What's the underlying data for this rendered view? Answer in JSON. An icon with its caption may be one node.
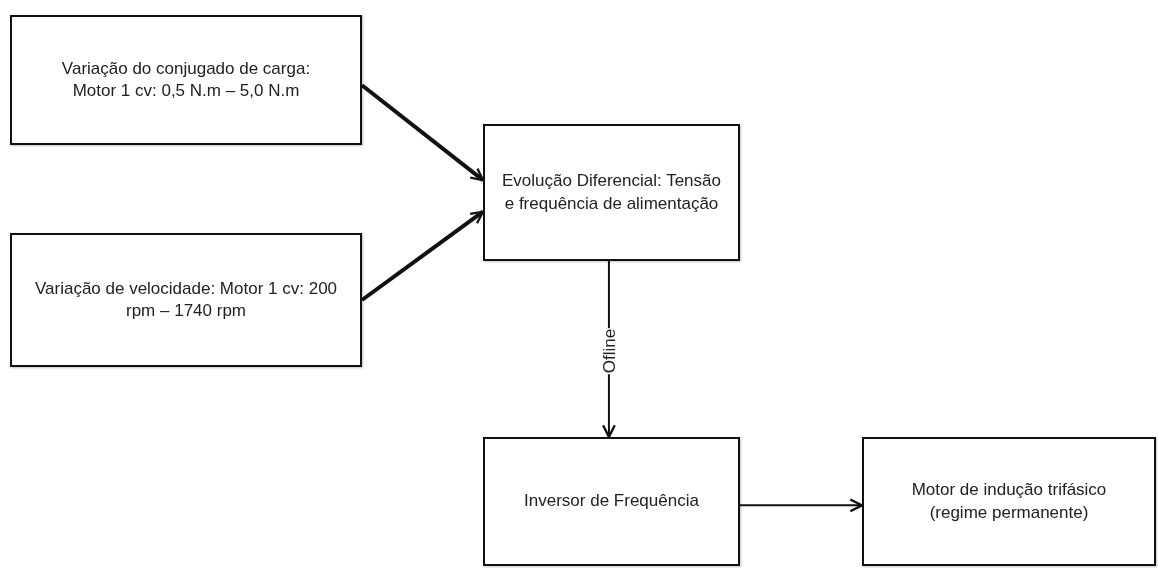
{
  "diagram": {
    "nodes": [
      {
        "text": [
          "Variação do conjugado de carga: Motor 1 cv: 0,5 N.m – 5,0 N.m"
        ]
      },
      {
        "text": [
          "Variação de velocidade: Motor 1 cv: 200 rpm – 1740 rpm"
        ]
      },
      {
        "text": [
          "Evolução Diferencial: Tensão e frequência de alimentação"
        ]
      },
      {
        "text": [
          "Inversor de Frequência"
        ]
      },
      {
        "text": [
          "Motor de indução trifásico (regime permanente)"
        ]
      }
    ],
    "edges": [
      {
        "from": 0,
        "to": 2,
        "arrow": "to",
        "style": "thick"
      },
      {
        "from": 1,
        "to": 2,
        "arrow": "to",
        "style": "thick"
      },
      {
        "from": 2,
        "to": 3,
        "arrow": "to",
        "label": "Ofline"
      },
      {
        "from": 3,
        "to": 4,
        "arrow": "to"
      }
    ]
  }
}
